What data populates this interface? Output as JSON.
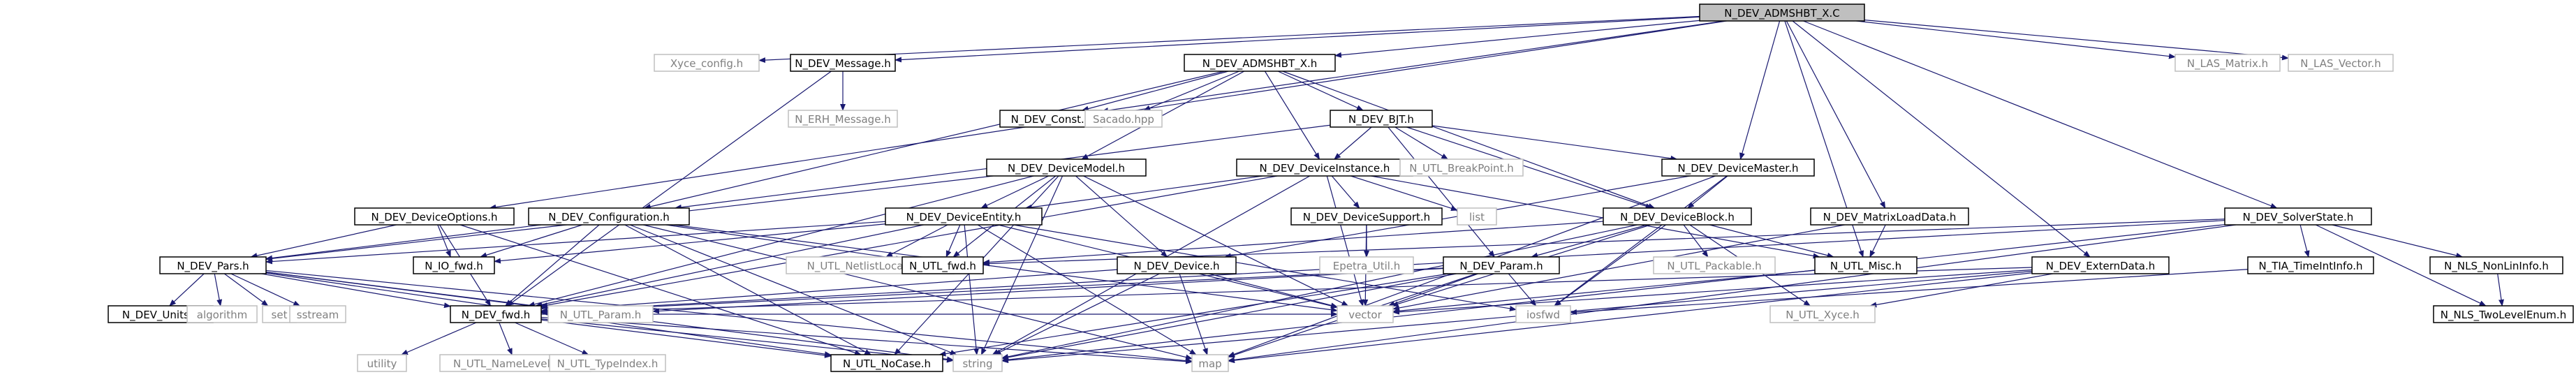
{
  "colors": {
    "edge": "#191970",
    "node_border": "#000000",
    "node_text": "#000000",
    "external_border": "#bfbfbf",
    "external_text": "#7f7f7f",
    "focus_fill": "#bfbfbf",
    "node_fill": "#ffffff"
  },
  "nodes": [
    {
      "id": "root",
      "label": "N_DEV_ADMSHBT_X.C",
      "kind": "focus"
    },
    {
      "id": "xyce_config",
      "label": "Xyce_config.h",
      "kind": "external"
    },
    {
      "id": "message",
      "label": "N_DEV_Message.h",
      "kind": "file"
    },
    {
      "id": "admshbt_h",
      "label": "N_DEV_ADMSHBT_X.h",
      "kind": "file"
    },
    {
      "id": "las_matrix",
      "label": "N_LAS_Matrix.h",
      "kind": "external"
    },
    {
      "id": "las_vector",
      "label": "N_LAS_Vector.h",
      "kind": "external"
    },
    {
      "id": "erh_message",
      "label": "N_ERH_Message.h",
      "kind": "external"
    },
    {
      "id": "const",
      "label": "N_DEV_Const.h",
      "kind": "file"
    },
    {
      "id": "sacado",
      "label": "Sacado.hpp",
      "kind": "external"
    },
    {
      "id": "bjt",
      "label": "N_DEV_BJT.h",
      "kind": "file"
    },
    {
      "id": "devicemodel",
      "label": "N_DEV_DeviceModel.h",
      "kind": "file"
    },
    {
      "id": "deviceinstance",
      "label": "N_DEV_DeviceInstance.h",
      "kind": "file"
    },
    {
      "id": "breakpoint",
      "label": "N_UTL_BreakPoint.h",
      "kind": "external"
    },
    {
      "id": "devicemaster",
      "label": "N_DEV_DeviceMaster.h",
      "kind": "file"
    },
    {
      "id": "matrixloaddata",
      "label": "N_DEV_MatrixLoadData.h",
      "kind": "file"
    },
    {
      "id": "solverstate",
      "label": "N_DEV_SolverState.h",
      "kind": "file"
    },
    {
      "id": "deviceoptions",
      "label": "N_DEV_DeviceOptions.h",
      "kind": "file"
    },
    {
      "id": "configuration",
      "label": "N_DEV_Configuration.h",
      "kind": "file"
    },
    {
      "id": "deviceentity",
      "label": "N_DEV_DeviceEntity.h",
      "kind": "file"
    },
    {
      "id": "devicesupport",
      "label": "N_DEV_DeviceSupport.h",
      "kind": "file"
    },
    {
      "id": "list",
      "label": "list",
      "kind": "external"
    },
    {
      "id": "deviceblock",
      "label": "N_DEV_DeviceBlock.h",
      "kind": "file"
    },
    {
      "id": "pars",
      "label": "N_DEV_Pars.h",
      "kind": "file"
    },
    {
      "id": "io_fwd",
      "label": "N_IO_fwd.h",
      "kind": "file"
    },
    {
      "id": "netlistlocation",
      "label": "N_UTL_NetlistLocation.h",
      "kind": "external"
    },
    {
      "id": "utl_fwd",
      "label": "N_UTL_fwd.h",
      "kind": "file"
    },
    {
      "id": "device",
      "label": "N_DEV_Device.h",
      "kind": "file"
    },
    {
      "id": "param",
      "label": "N_DEV_Param.h",
      "kind": "file"
    },
    {
      "id": "epetra",
      "label": "Epetra_Util.h",
      "kind": "external"
    },
    {
      "id": "packable",
      "label": "N_UTL_Packable.h",
      "kind": "external"
    },
    {
      "id": "utl_misc",
      "label": "N_UTL_Misc.h",
      "kind": "file"
    },
    {
      "id": "externdata",
      "label": "N_DEV_ExternData.h",
      "kind": "file"
    },
    {
      "id": "tia_timeintinfo",
      "label": "N_TIA_TimeIntInfo.h",
      "kind": "file"
    },
    {
      "id": "nls_nonlininfo",
      "label": "N_NLS_NonLinInfo.h",
      "kind": "file"
    },
    {
      "id": "nls_twolevelenum",
      "label": "N_NLS_TwoLevelEnum.h",
      "kind": "file"
    },
    {
      "id": "units",
      "label": "N_DEV_Units.h",
      "kind": "file"
    },
    {
      "id": "algorithm",
      "label": "algorithm",
      "kind": "external"
    },
    {
      "id": "set",
      "label": "set",
      "kind": "external"
    },
    {
      "id": "sstream",
      "label": "sstream",
      "kind": "external"
    },
    {
      "id": "dev_fwd",
      "label": "N_DEV_fwd.h",
      "kind": "file"
    },
    {
      "id": "utl_param",
      "label": "N_UTL_Param.h",
      "kind": "external"
    },
    {
      "id": "vector",
      "label": "vector",
      "kind": "external"
    },
    {
      "id": "iosfwd",
      "label": "iosfwd",
      "kind": "external"
    },
    {
      "id": "xygraph",
      "label": "N_UTL_Xyce.h",
      "kind": "external"
    },
    {
      "id": "utility",
      "label": "utility",
      "kind": "external"
    },
    {
      "id": "namelevelkey",
      "label": "N_UTL_NameLevelKey.h",
      "kind": "external"
    },
    {
      "id": "typeindex",
      "label": "N_UTL_TypeIndex.h",
      "kind": "external"
    },
    {
      "id": "nocase",
      "label": "N_UTL_NoCase.h",
      "kind": "file"
    },
    {
      "id": "string",
      "label": "string",
      "kind": "external"
    },
    {
      "id": "map",
      "label": "map",
      "kind": "external"
    }
  ],
  "edges": [
    [
      "root",
      "xyce_config"
    ],
    [
      "root",
      "message"
    ],
    [
      "root",
      "admshbt_h"
    ],
    [
      "root",
      "las_matrix"
    ],
    [
      "root",
      "las_vector"
    ],
    [
      "root",
      "const"
    ],
    [
      "root",
      "devicemaster"
    ],
    [
      "root",
      "matrixloaddata"
    ],
    [
      "root",
      "solverstate"
    ],
    [
      "root",
      "externdata"
    ],
    [
      "root",
      "deviceoptions"
    ],
    [
      "root",
      "utl_misc"
    ],
    [
      "message",
      "erh_message"
    ],
    [
      "message",
      "dev_fwd"
    ],
    [
      "admshbt_h",
      "const"
    ],
    [
      "admshbt_h",
      "sacado"
    ],
    [
      "admshbt_h",
      "bjt"
    ],
    [
      "admshbt_h",
      "devicemodel"
    ],
    [
      "admshbt_h",
      "deviceinstance"
    ],
    [
      "admshbt_h",
      "deviceblock"
    ],
    [
      "admshbt_h",
      "configuration"
    ],
    [
      "bjt",
      "breakpoint"
    ],
    [
      "bjt",
      "devicemaster"
    ],
    [
      "bjt",
      "deviceblock"
    ],
    [
      "bjt",
      "param"
    ],
    [
      "bjt",
      "deviceinstance"
    ],
    [
      "bjt",
      "configuration"
    ],
    [
      "devicemodel",
      "deviceentity"
    ],
    [
      "devicemodel",
      "device"
    ],
    [
      "devicemodel",
      "pars"
    ],
    [
      "devicemodel",
      "dev_fwd"
    ],
    [
      "devicemodel",
      "vector"
    ],
    [
      "devicemodel",
      "string"
    ],
    [
      "devicemodel",
      "nocase"
    ],
    [
      "devicemodel",
      "utl_fwd"
    ],
    [
      "deviceinstance",
      "deviceentity"
    ],
    [
      "deviceinstance",
      "devicesupport"
    ],
    [
      "deviceinstance",
      "list"
    ],
    [
      "deviceinstance",
      "utl_misc"
    ],
    [
      "deviceinstance",
      "vector"
    ],
    [
      "deviceinstance",
      "string"
    ],
    [
      "deviceinstance",
      "dev_fwd"
    ],
    [
      "devicemaster",
      "deviceblock"
    ],
    [
      "devicemaster",
      "device"
    ],
    [
      "devicemaster",
      "iosfwd"
    ],
    [
      "devicemaster",
      "map"
    ],
    [
      "matrixloaddata",
      "utl_misc"
    ],
    [
      "matrixloaddata",
      "vector"
    ],
    [
      "solverstate",
      "tia_timeintinfo"
    ],
    [
      "solverstate",
      "nls_nonlininfo"
    ],
    [
      "solverstate",
      "nls_twolevelenum"
    ],
    [
      "solverstate",
      "utl_fwd"
    ],
    [
      "solverstate",
      "dev_fwd"
    ],
    [
      "solverstate",
      "map"
    ],
    [
      "solverstate",
      "string"
    ],
    [
      "deviceoptions",
      "io_fwd"
    ],
    [
      "deviceoptions",
      "dev_fwd"
    ],
    [
      "deviceoptions",
      "pars"
    ],
    [
      "deviceoptions",
      "nocase"
    ],
    [
      "configuration",
      "pars"
    ],
    [
      "configuration",
      "io_fwd"
    ],
    [
      "configuration",
      "dev_fwd"
    ],
    [
      "configuration",
      "vector"
    ],
    [
      "configuration",
      "map"
    ],
    [
      "configuration",
      "string"
    ],
    [
      "configuration",
      "nocase"
    ],
    [
      "configuration",
      "utl_fwd"
    ],
    [
      "deviceentity",
      "netlistlocation"
    ],
    [
      "deviceentity",
      "utl_fwd"
    ],
    [
      "deviceentity",
      "io_fwd"
    ],
    [
      "deviceentity",
      "pars"
    ],
    [
      "deviceentity",
      "dev_fwd"
    ],
    [
      "deviceentity",
      "vector"
    ],
    [
      "deviceentity",
      "map"
    ],
    [
      "deviceentity",
      "string"
    ],
    [
      "deviceentity",
      "iosfwd"
    ],
    [
      "devicesupport",
      "epetra"
    ],
    [
      "devicesupport",
      "vector"
    ],
    [
      "deviceblock",
      "param"
    ],
    [
      "deviceblock",
      "packable"
    ],
    [
      "deviceblock",
      "utl_misc"
    ],
    [
      "deviceblock",
      "xygraph"
    ],
    [
      "deviceblock",
      "vector"
    ],
    [
      "deviceblock",
      "iosfwd"
    ],
    [
      "deviceblock",
      "string"
    ],
    [
      "deviceblock",
      "utl_fwd"
    ],
    [
      "pars",
      "units"
    ],
    [
      "pars",
      "algorithm"
    ],
    [
      "pars",
      "set"
    ],
    [
      "pars",
      "sstream"
    ],
    [
      "pars",
      "dev_fwd"
    ],
    [
      "pars",
      "utl_param"
    ],
    [
      "pars",
      "map"
    ],
    [
      "pars",
      "string"
    ],
    [
      "pars",
      "nocase"
    ],
    [
      "device",
      "dev_fwd"
    ],
    [
      "device",
      "vector"
    ],
    [
      "device",
      "string"
    ],
    [
      "device",
      "map"
    ],
    [
      "param",
      "utl_param"
    ],
    [
      "param",
      "vector"
    ],
    [
      "param",
      "iosfwd"
    ],
    [
      "param",
      "string"
    ],
    [
      "param",
      "map"
    ],
    [
      "param",
      "nocase"
    ],
    [
      "param",
      "dev_fwd"
    ],
    [
      "utl_misc",
      "vector"
    ],
    [
      "externdata",
      "dev_fwd"
    ],
    [
      "externdata",
      "vector"
    ],
    [
      "externdata",
      "map"
    ],
    [
      "externdata",
      "string"
    ],
    [
      "externdata",
      "xygraph"
    ],
    [
      "tia_timeintinfo",
      "iosfwd"
    ],
    [
      "nls_nonlininfo",
      "nls_twolevelenum"
    ],
    [
      "dev_fwd",
      "utility"
    ],
    [
      "dev_fwd",
      "namelevelkey"
    ],
    [
      "dev_fwd",
      "typeindex"
    ],
    [
      "dev_fwd",
      "nocase"
    ],
    [
      "dev_fwd",
      "string"
    ],
    [
      "dev_fwd",
      "map"
    ],
    [
      "dev_fwd",
      "vector"
    ]
  ]
}
